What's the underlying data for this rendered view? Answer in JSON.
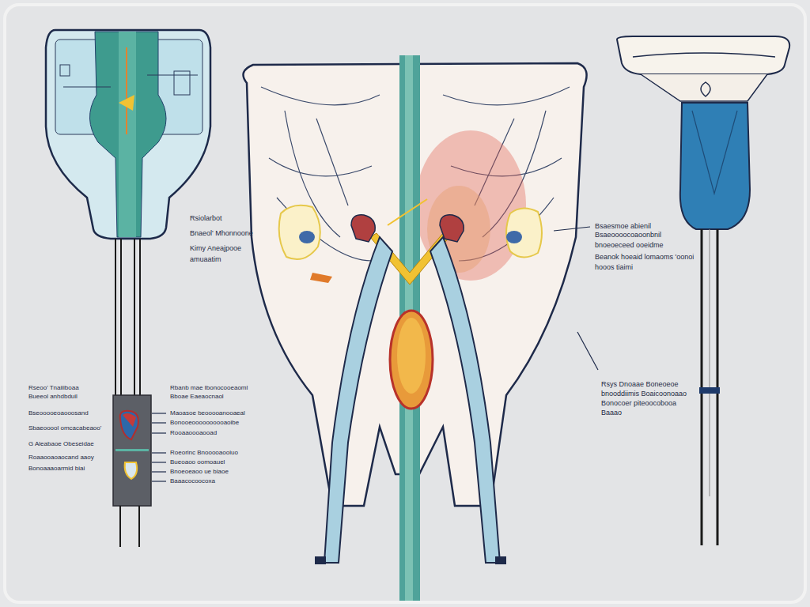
{
  "diagram": {
    "labels": [
      "Rsiolarbot",
      "Bnaeol' Mhonnoone",
      "Kimy Aneajpooe",
      "amuaatim",
      "Bsaesmoe abienil",
      "Bsaeoooocoaoonbnil",
      "bnoeoeceed ooeidme",
      "Beanok hoeaid lomaoms 'oonoi",
      "hooos tiaimi",
      "Rsys Dnoaae Boneoeoe",
      "bnooddiimis Boaicoonoaao",
      "Bonocoer piteoocobooa",
      "Baaao",
      "Rseoo' Tnaiiiboaa",
      "Bueeol anhdbduil",
      "Bseooooeoaooosand",
      "Sbaeooool omcacabeaoo'",
      "G Aleabaoe Obeseidae",
      "Roaaooaoaocand aaoy",
      "Bonoaaaoarmid biai",
      "Rbanb mae Ibonocooeaoml",
      "Bboae Eaeaocnaol",
      "Maoasoe beooooanooaeal",
      "Bonooeoooooooooaoibe",
      "Rooaaoooaooad",
      "Roeorinc Bnooooaooiuo",
      "Bueoaoo oomoauel",
      "Bnoeoeaoo ue biaoe",
      "Baaacocoocoxa"
    ]
  }
}
